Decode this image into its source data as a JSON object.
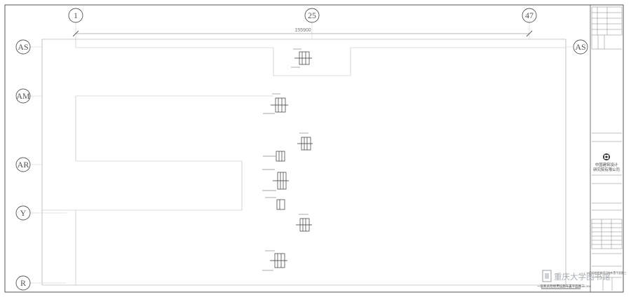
{
  "grid": {
    "columns": [
      "1",
      "25",
      "47"
    ],
    "rows": [
      "AS",
      "AM",
      "AR",
      "Y",
      "R"
    ],
    "right_rows": [
      "AS"
    ]
  },
  "dimension": {
    "overall": "155900"
  },
  "title_block": {
    "company_cn_line1": "中国建筑设计",
    "company_cn_line2": "研究院有限公司",
    "drawing_title": "一层机房检修用设施布置平面图三",
    "drawing_scale": "1:200"
  },
  "watermark": {
    "text": "重庆大学图书馆"
  },
  "colors": {
    "line": "#555555",
    "light": "#999999",
    "background": "#ffffff"
  }
}
